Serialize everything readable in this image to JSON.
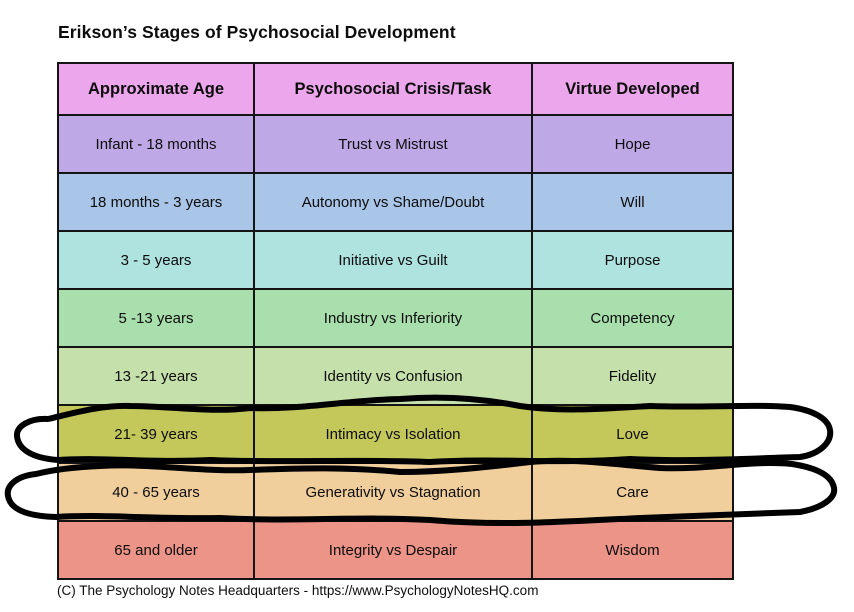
{
  "title": "Erikson’s Stages of Psychosocial Development",
  "footer": "(C) The Psychology Notes Headquarters - https://www.PsychologyNotesHQ.com",
  "table": {
    "columns": [
      "Approximate Age",
      "Psychosocial Crisis/Task",
      "Virtue Developed"
    ],
    "header_bg": "#eca7ec",
    "border_color": "#141414",
    "rows": [
      {
        "age": "Infant - 18 months",
        "crisis": "Trust vs Mistrust",
        "virtue": "Hope",
        "bg": "#bea8e5",
        "highlighted": false
      },
      {
        "age": "18 months - 3 years",
        "crisis": "Autonomy vs Shame/Doubt",
        "virtue": "Will",
        "bg": "#a9c5e8",
        "highlighted": false
      },
      {
        "age": "3 - 5 years",
        "crisis": "Initiative vs Guilt",
        "virtue": "Purpose",
        "bg": "#aee3e0",
        "highlighted": false
      },
      {
        "age": "5 -13 years",
        "crisis": "Industry vs Inferiority",
        "virtue": "Competency",
        "bg": "#a8dfad",
        "highlighted": false
      },
      {
        "age": "13 -21 years",
        "crisis": "Identity vs Confusion",
        "virtue": "Fidelity",
        "bg": "#c5e0ab",
        "highlighted": false
      },
      {
        "age": "21- 39 years",
        "crisis": "Intimacy vs Isolation",
        "virtue": "Love",
        "bg": "#c4c85b",
        "highlighted": true
      },
      {
        "age": "40 - 65 years",
        "crisis": "Generativity vs Stagnation",
        "virtue": "Care",
        "bg": "#f1cf9d",
        "highlighted": true
      },
      {
        "age": "65 and older",
        "crisis": "Integrity vs Despair",
        "virtue": "Wisdom",
        "bg": "#eb9487",
        "highlighted": false
      }
    ],
    "annotation_color": "#000000"
  }
}
